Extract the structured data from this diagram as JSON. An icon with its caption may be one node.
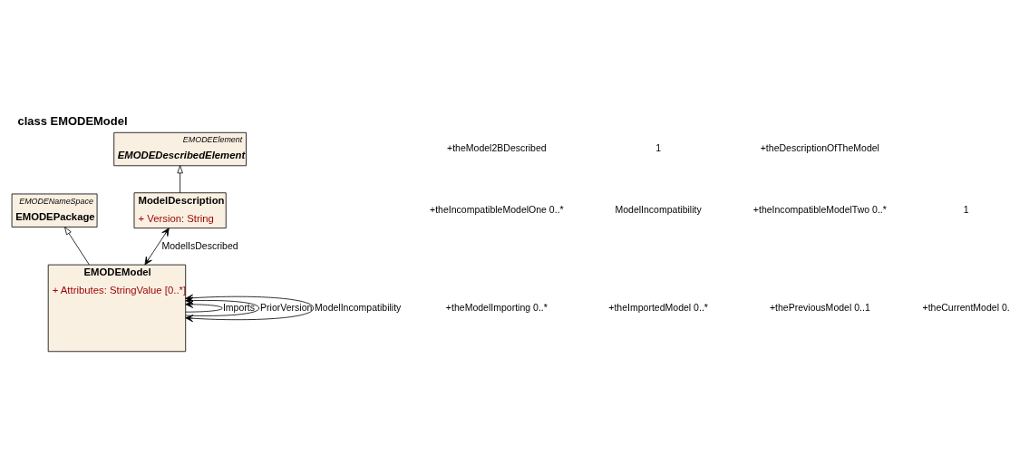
{
  "diagram": {
    "title": "class EMODEModel",
    "nodes": [
      {
        "text": [
          "EMODEElement",
          "EMODEDescribedElement"
        ]
      },
      {
        "text": [
          "EMODENameSpace",
          "EMODEPackage"
        ]
      },
      {
        "text": [
          "EMODEModel",
          "+ Attributes: StringValue [0..*]"
        ]
      },
      {
        "text": [
          "ModelDescription",
          "+ Version: String"
        ]
      }
    ],
    "edges": [
      {
        "from": 2,
        "to": 1,
        "arrow": "to"
      },
      {
        "from": 3,
        "to": 0,
        "arrow": "to"
      },
      {
        "from": 2,
        "to": 2,
        "arrow": "to",
        "label": "Imports"
      },
      {
        "from": 2,
        "to": 2,
        "arrow": "to",
        "label": "PriorVersion"
      },
      {
        "from": 2,
        "to": 2,
        "arrow": "both",
        "label": "ModelIncompatibility"
      },
      {
        "from": 2,
        "to": 3,
        "arrow": "both",
        "label": "ModelIsDescribed"
      }
    ],
    "labels": [
      "+theModelImporting 0..*",
      "+theImportedModel 0..*",
      "+thePreviousModel 0..1",
      "+theCurrentModel 0.",
      "+theIncompatibleModelOne 0..*",
      "ModelIncompatibility",
      "+theIncompatibleModelTwo 0..*",
      "1",
      "+theModel2BDescribed",
      "1",
      "+theDescriptionOfTheModel"
    ]
  }
}
